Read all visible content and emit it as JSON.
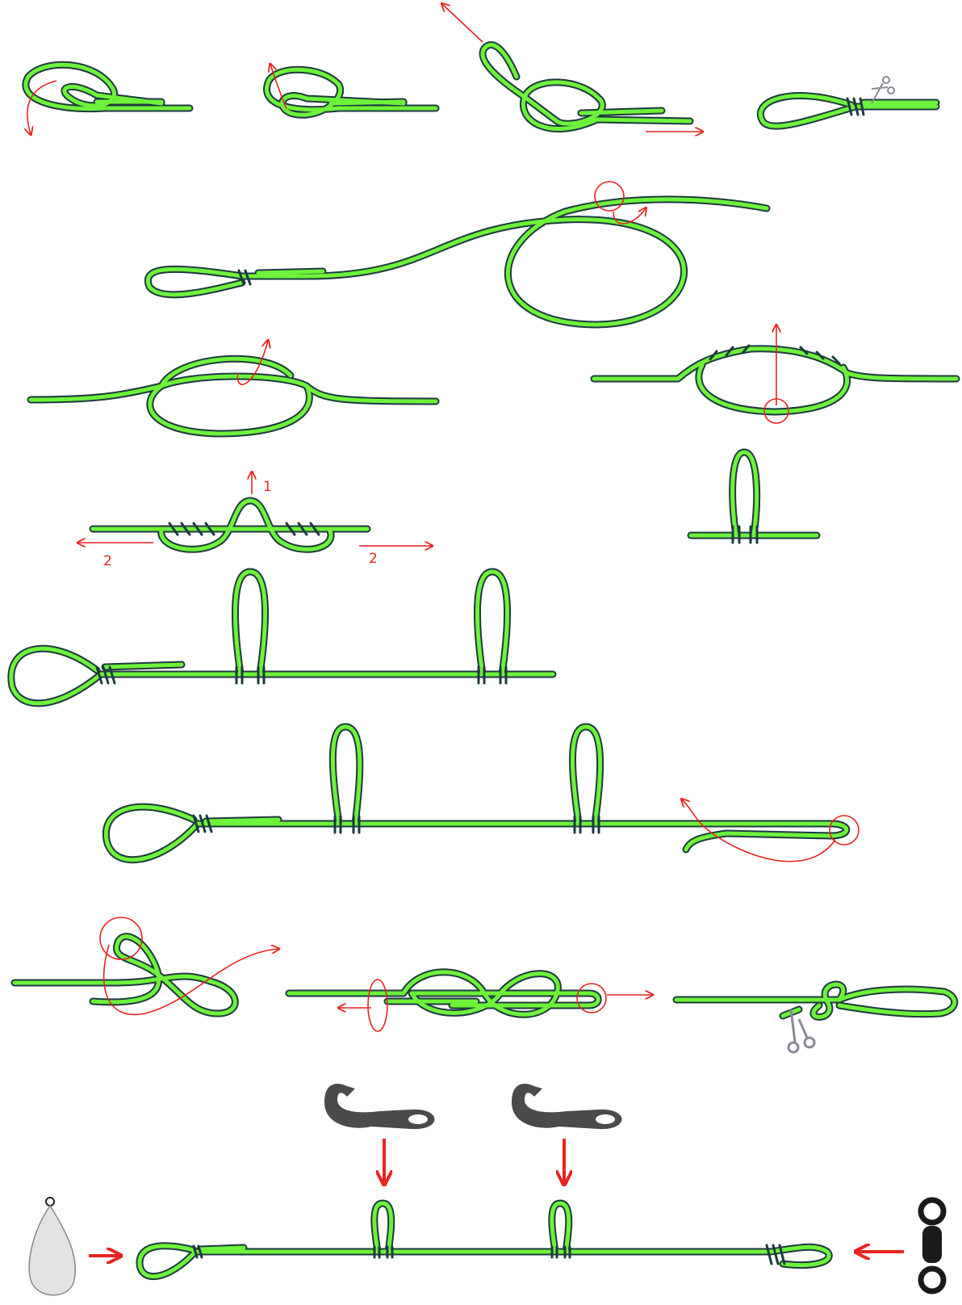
{
  "colors": {
    "line": "#6ef23a",
    "outline": "#1d3a3f",
    "arrow": "#e8241f",
    "hook": "#4a4a4a",
    "sinker": "#e3e3e3",
    "scissors": "#8a8a9a"
  },
  "step_labels": {
    "pull_up": "1",
    "pull_left": "2",
    "pull_right": "2"
  },
  "icons": [
    "scissors-icon",
    "fishing-hook-icon",
    "sinker-weight-icon",
    "barrel-swivel-icon"
  ]
}
